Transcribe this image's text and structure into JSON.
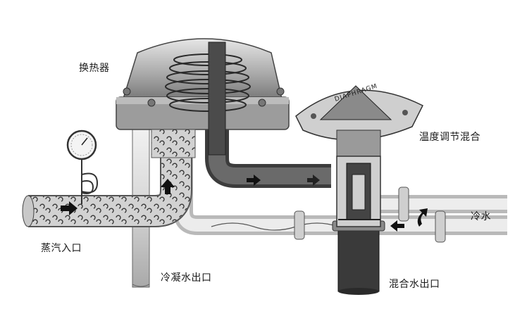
{
  "labels": {
    "heat_exchanger": "换热器",
    "temp_valve": "温度调节混合",
    "cold_water_in": "冷水",
    "steam_inlet": "蒸汽入口",
    "condensate_outlet": "冷凝水出口",
    "mixed_water_outlet": "混合水出口",
    "diaphragm": "DIAPHRAGM"
  },
  "colors": {
    "steam": "#cfcfcf",
    "hot_water": "#5a5a5a",
    "cold_water": "#e4e4e4",
    "mixed_water": "#3a3a3a",
    "outline": "#222222"
  },
  "icons": [
    "arrow-right-icon",
    "arrow-up-icon",
    "arrow-left-icon",
    "pressure-gauge-icon"
  ]
}
